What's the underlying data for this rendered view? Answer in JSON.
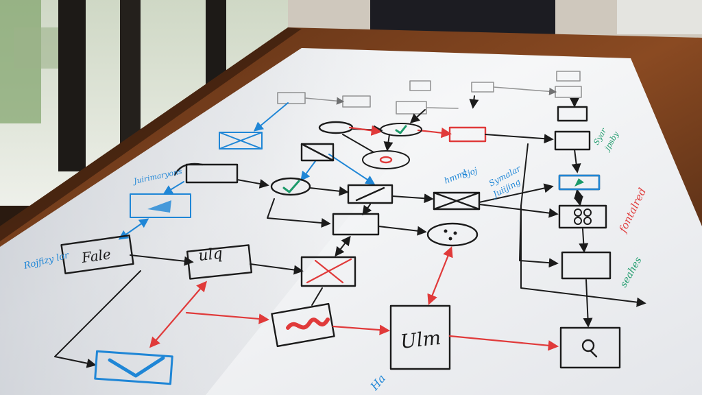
{
  "scene": {
    "description_kind": "photo",
    "colors": {
      "window_light": "#dfe6d8",
      "window_frame": "#1d1a17",
      "wall": "#cfc8bd",
      "table_dark": "#3b1f0f",
      "table_light": "#8a4a22",
      "paper": "#f4f5f6",
      "paper_shadow": "#c9ccd2",
      "ink_black": "#1b1b1b",
      "ink_blue": "#1f86d6",
      "ink_red": "#e03a3a",
      "ink_green": "#1c9a6a"
    }
  },
  "flowchart": {
    "box_labels": {
      "left_box": "Fale",
      "mid_box": "ulq",
      "bottom_box": "Ulm"
    },
    "annotations": {
      "blue_top_left": "Juirimaryons",
      "blue_left": "Rojfizy lor",
      "blue_mid_1": "hmml",
      "blue_mid_2": "Sjoj",
      "blue_mid_3": "Symalar",
      "blue_mid_4": "Juiijing",
      "green_right_1": "Syar",
      "green_right_2": "jpsby",
      "red_right": "fontalred",
      "green_bottom_right": "seahes",
      "blue_bottom": "Ha"
    },
    "icons": [
      "check-icon",
      "x-cross-icon",
      "target-icon",
      "flag-icon",
      "clover-icon",
      "envelope-icon",
      "magnifier-icon"
    ]
  }
}
